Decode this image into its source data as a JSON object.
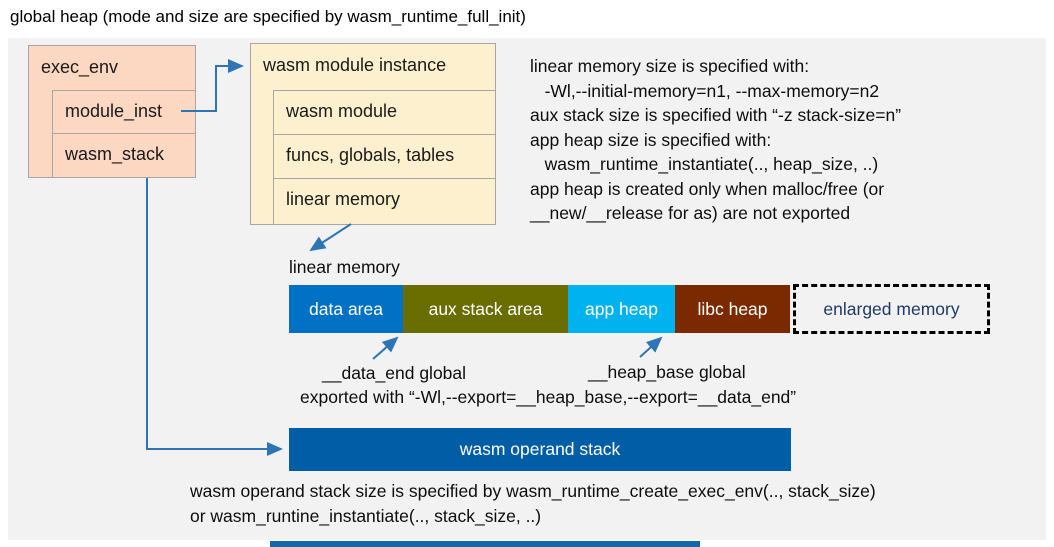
{
  "title": "global heap (mode and size are specified by wasm_runtime_full_init)",
  "exec_env": {
    "header": "exec_env",
    "rows": [
      "module_inst",
      "wasm_stack"
    ]
  },
  "module_instance": {
    "header": "wasm module instance",
    "rows": [
      "wasm module",
      "funcs, globals, tables",
      "linear memory"
    ]
  },
  "notes_right": [
    "linear memory size is specified with:",
    "   -Wl,--initial-memory=n1, --max-memory=n2",
    "aux stack size is specified with “-z stack-size=n”",
    "app heap size is specified with:",
    "   wasm_runtime_instantiate(.., heap_size, ..)",
    "app heap is created only when malloc/free (or",
    "__new/__release for as) are not exported"
  ],
  "linear_memory": {
    "label": "linear memory",
    "segments": [
      {
        "label": "data area",
        "color": "#0071c5"
      },
      {
        "label": "aux stack area",
        "color": "#6a6d00"
      },
      {
        "label": "app heap",
        "color": "#00b2f0"
      },
      {
        "label": "libc heap",
        "color": "#7b2a00"
      }
    ],
    "enlarged": {
      "label": "enlarged memory",
      "text_color": "#1e3a66"
    }
  },
  "globals": {
    "data_end": "__data_end global",
    "heap_base": "__heap_base global",
    "exported": "exported with “-Wl,--export=__heap_base,--export=__data_end”"
  },
  "operand_stack": {
    "label": "wasm operand stack",
    "color": "#005da6",
    "note_line1": "wasm operand stack size is specified by wasm_runtime_create_exec_env(.., stack_size)",
    "note_line2": "or wasm_runtine_instantiate(.., stack_size, ..)"
  },
  "colors": {
    "panel_bg": "#f2f2f2",
    "struct_pink": "#fcd7c2",
    "struct_cream": "#fcf0ce",
    "border_gray": "#a6a6a6",
    "arrow_blue": "#2e75b6",
    "bottom_strip": "#1268ab"
  }
}
